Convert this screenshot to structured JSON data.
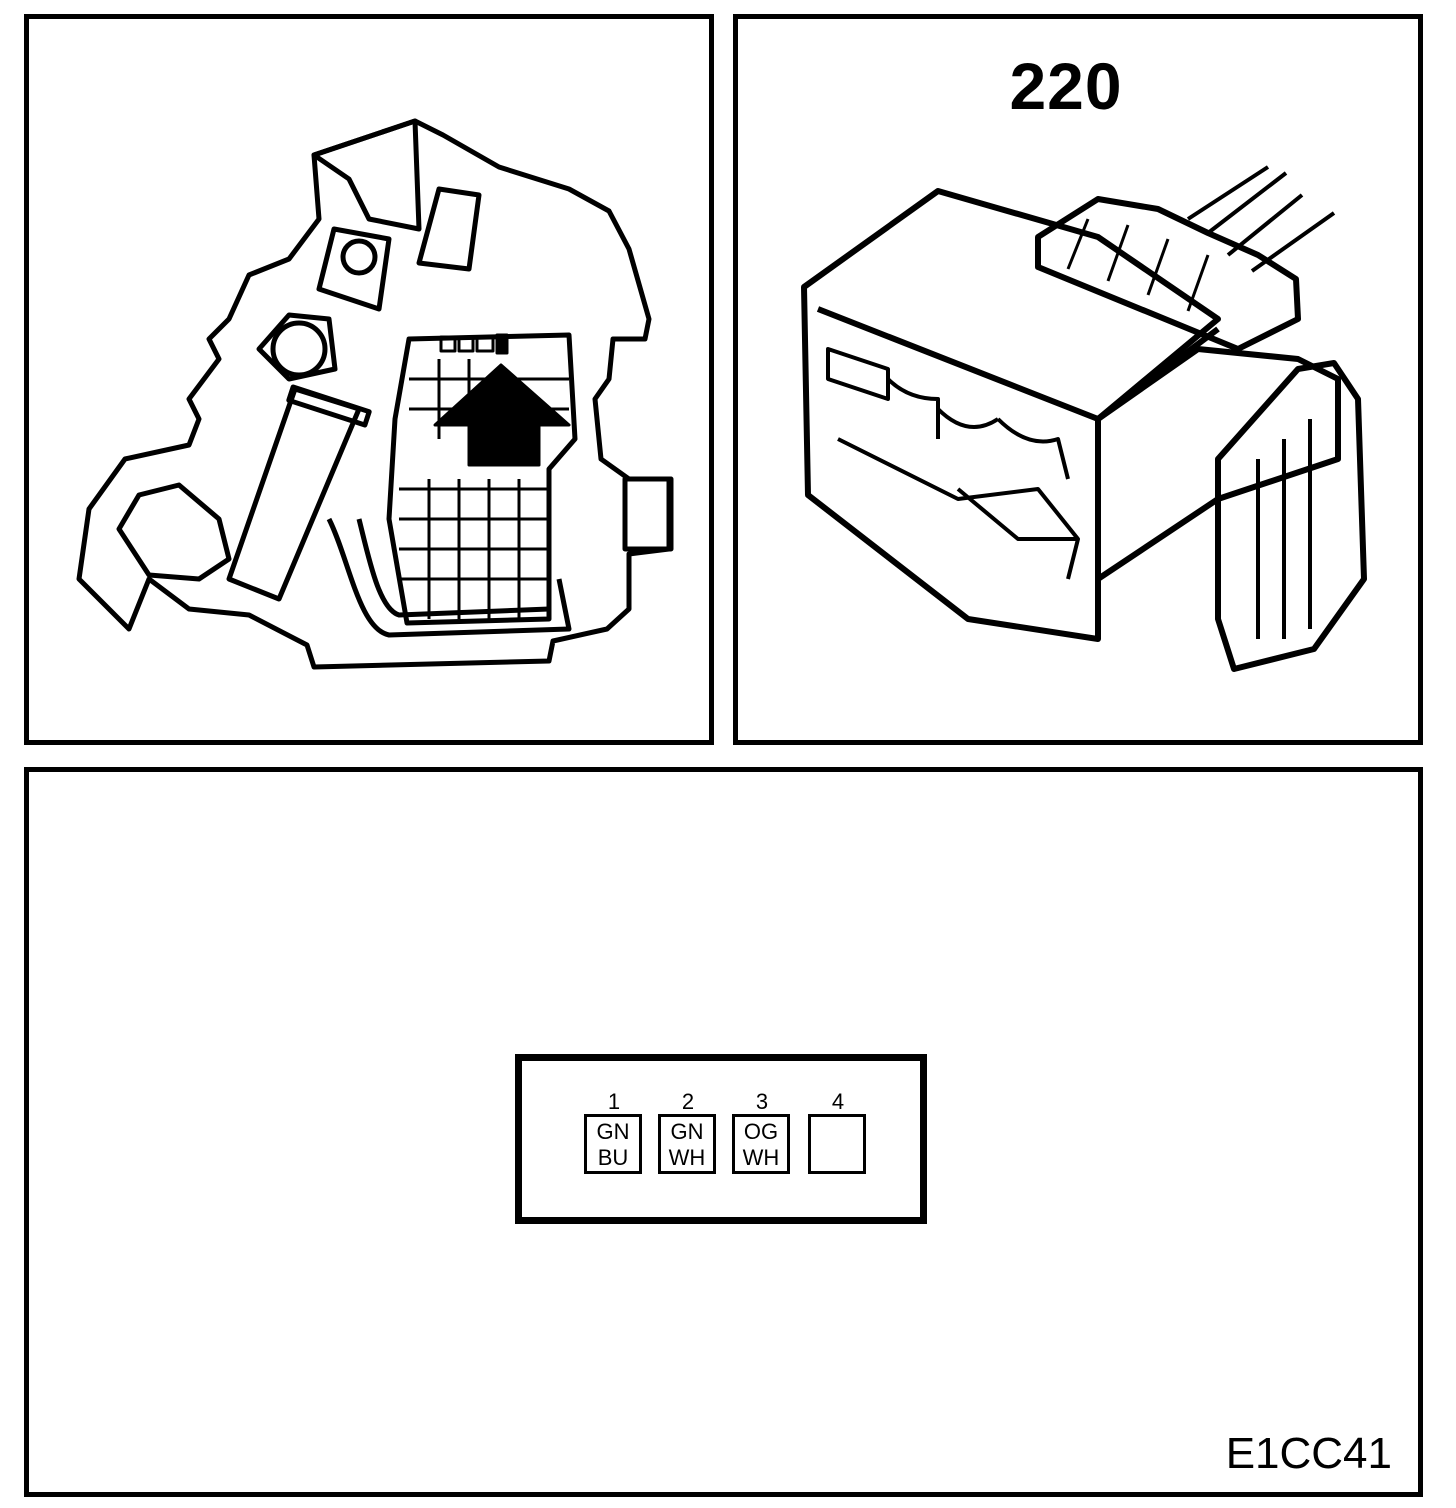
{
  "location_view": {
    "arrow": "locator-arrow"
  },
  "connector_view": {
    "number": "220"
  },
  "pinout": {
    "pins": [
      {
        "number": "1",
        "colors": [
          "GN",
          "BU"
        ]
      },
      {
        "number": "2",
        "colors": [
          "GN",
          "WH"
        ]
      },
      {
        "number": "3",
        "colors": [
          "OG",
          "WH"
        ]
      },
      {
        "number": "4",
        "colors": [
          "",
          ""
        ]
      }
    ]
  },
  "footer": {
    "code": "E1CC41"
  }
}
